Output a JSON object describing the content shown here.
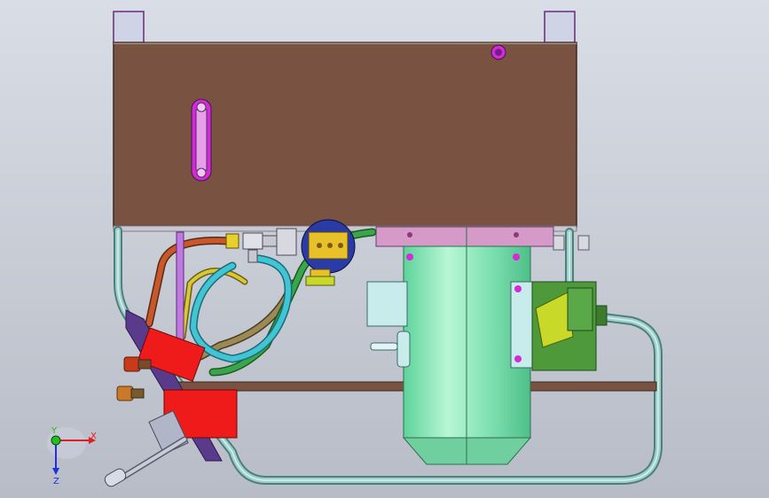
{
  "viewport": {
    "background_top": "#d9dde6",
    "background_bottom": "#b8bcc6"
  },
  "colors": {
    "tank": "#7a5242",
    "tank_edge": "#3a2a22",
    "bracket": "#b9bfd9",
    "sight_glass": "#d52bd6",
    "pipe_frame": "#8cc0bd",
    "pump_body": "#7bdfae",
    "pump_flange": "#d69ac8",
    "valve_block": "#ef1b1b",
    "hose_orange": "#c8582c",
    "hose_cyan": "#3fc5d3",
    "hose_green": "#39a64b",
    "hose_yellow": "#d8c838",
    "hose_olive": "#9c8a55",
    "filter_blue": "#2a3aa6",
    "filter_gold": "#e7c02a",
    "motor_green": "#4e9a3a",
    "motor_yellow": "#c9d92a",
    "rail": "#7a5242",
    "handle": "#b0b6c8"
  },
  "triad": {
    "x_label": "X",
    "y_label": "Y",
    "z_label": "Z",
    "x_color": "#e02020",
    "y_color": "#20c020",
    "z_color": "#2030e0"
  }
}
